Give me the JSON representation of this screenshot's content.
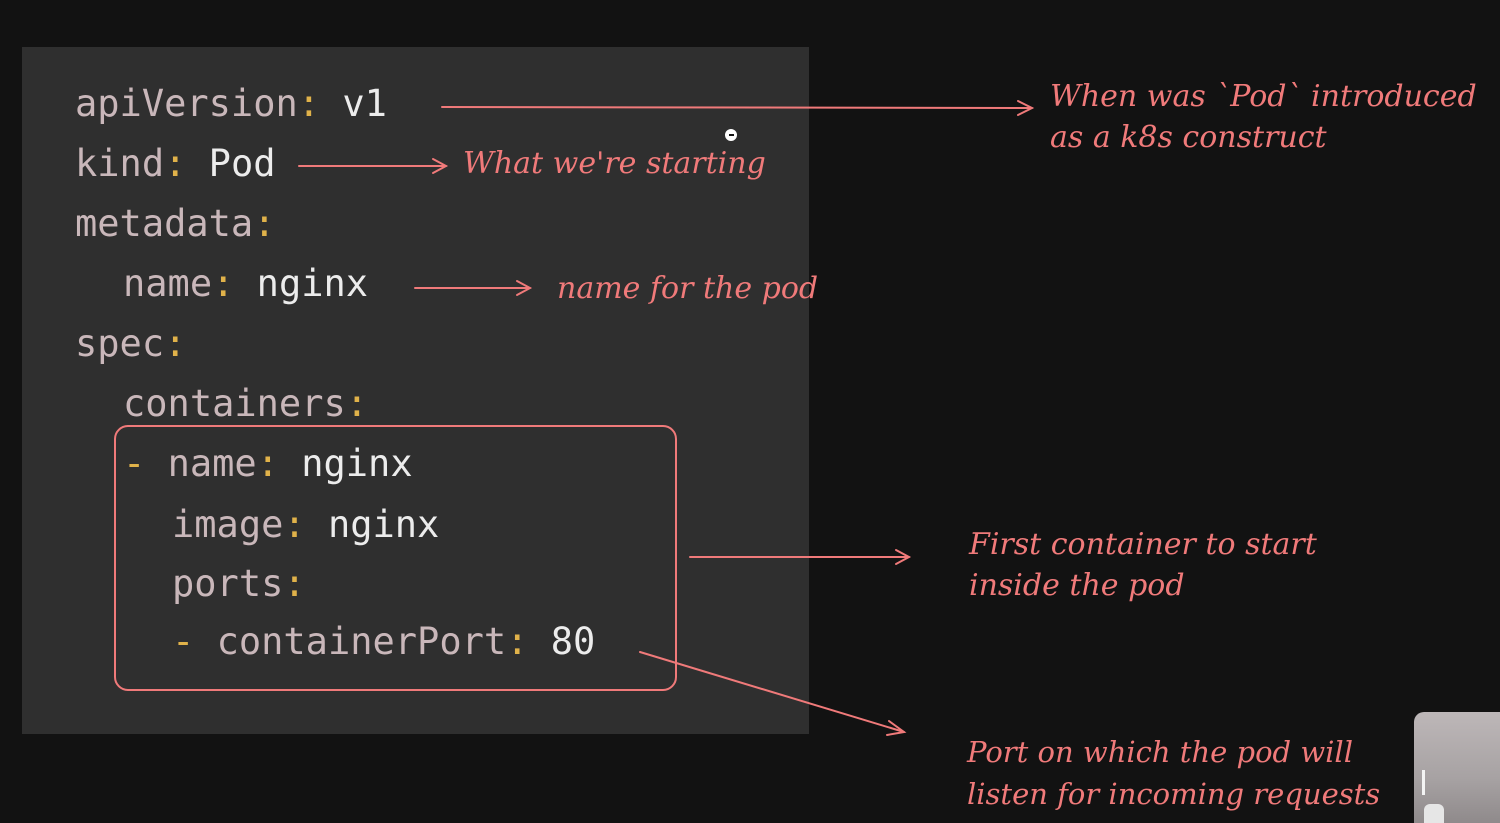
{
  "yaml": {
    "l1": {
      "key": "apiVersion",
      "colon": ":",
      "value": " v1"
    },
    "l2": {
      "key": "kind",
      "colon": ":",
      "value": " Pod"
    },
    "l3": {
      "key": "metadata",
      "colon": ":"
    },
    "l4": {
      "key": "name",
      "colon": ":",
      "value": " nginx"
    },
    "l5": {
      "key": "spec",
      "colon": ":"
    },
    "l6": {
      "key": "containers",
      "colon": ":"
    },
    "l7": {
      "dash": "-",
      "key": "name",
      "colon": ":",
      "value": " nginx"
    },
    "l8": {
      "key": "image",
      "colon": ":",
      "value": " nginx"
    },
    "l9": {
      "key": "ports",
      "colon": ":"
    },
    "l10": {
      "dash": "-",
      "key": "containerPort",
      "colon": ":",
      "value": " 80"
    }
  },
  "annotations": {
    "api_version_note": {
      "line1": "When was `Pod` introduced",
      "line2": "as a k8s construct"
    },
    "kind_note": "What we're starting",
    "name_note": "name for the pod",
    "container_note": {
      "line1": "First container to start",
      "line2": "inside the pod"
    },
    "port_note": {
      "line1": "Port on which the pod will",
      "line2": "listen for incoming requests"
    }
  },
  "colors": {
    "background": "#121212",
    "code_panel": "#2f2f2f",
    "key": "#c9b7ba",
    "punctuation": "#e0b24a",
    "value": "#ececec",
    "annotation": "#f07a7a"
  }
}
